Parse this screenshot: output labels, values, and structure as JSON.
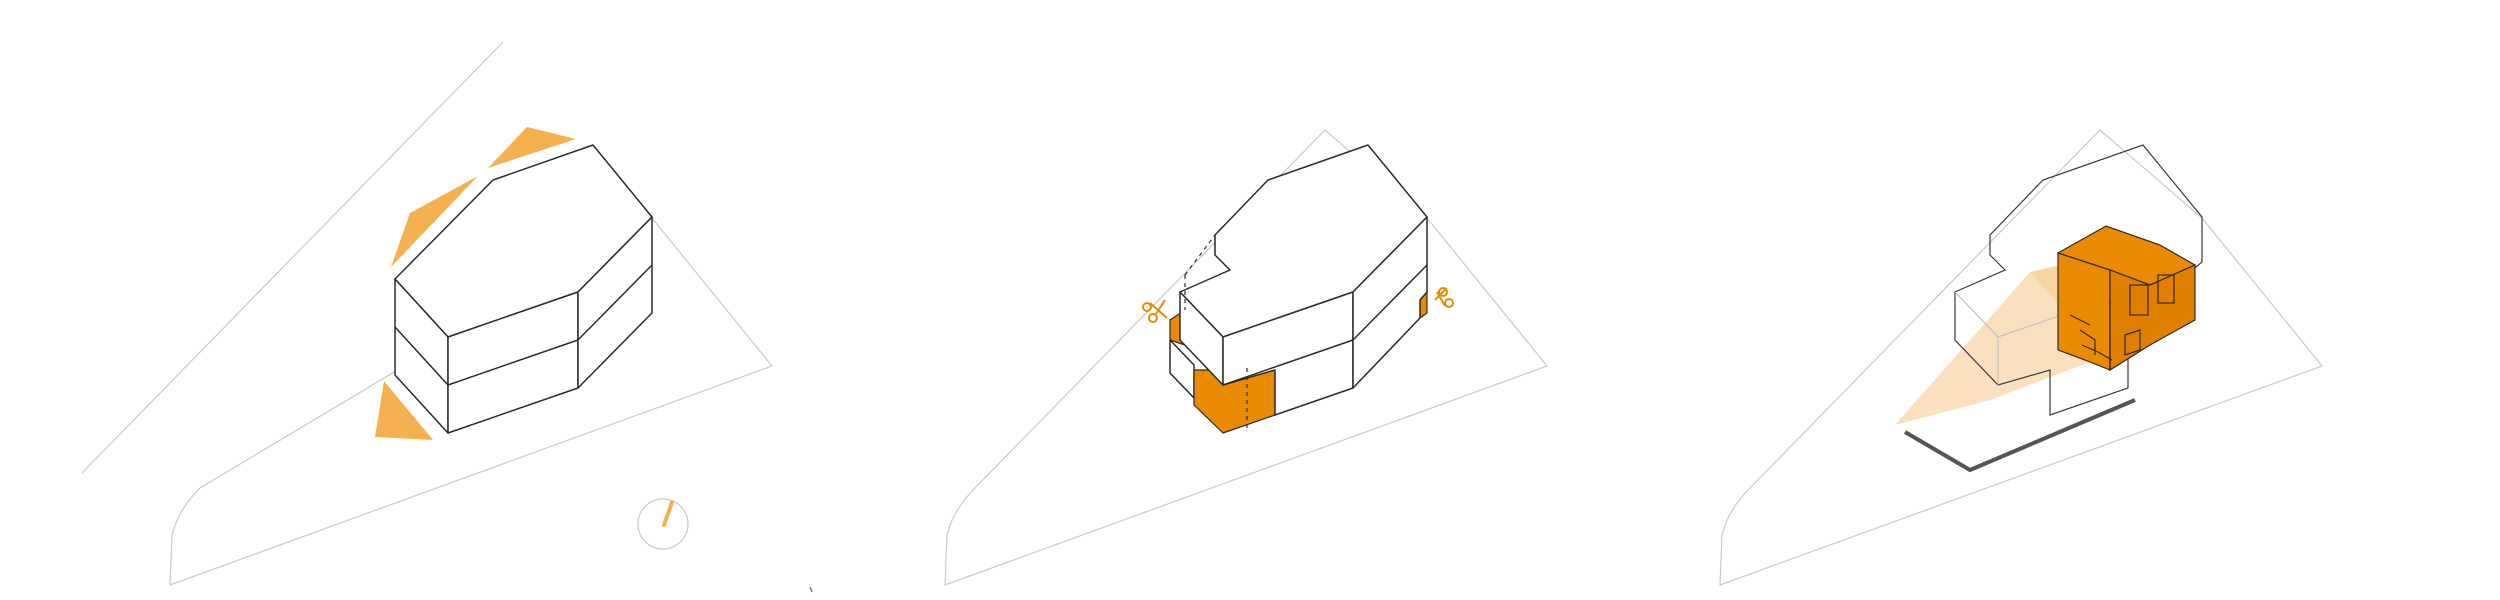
{
  "diagram": {
    "panels": [
      {
        "id": "site-and-volume",
        "elements": [
          "site-outline",
          "massing-volume",
          "orange-corner-triangles",
          "north-arrow"
        ]
      },
      {
        "id": "cut-volume",
        "elements": [
          "site-outline",
          "massing-volume",
          "orange-cut-faces",
          "scissors-icons"
        ]
      },
      {
        "id": "interior-view",
        "elements": [
          "site-outline",
          "transparent-volume",
          "orange-interior-block",
          "light-wedge",
          "base-slab"
        ]
      }
    ],
    "colors": {
      "accent_orange": "#ea8a00",
      "soft_orange": "#f5b150",
      "pale_orange": "#fbe0bf",
      "line_dark": "#2b2b2b",
      "line_light": "#c9c9c9",
      "background": "#ffffff"
    },
    "icons": [
      "scissors-icon",
      "north-arrow-icon"
    ]
  }
}
